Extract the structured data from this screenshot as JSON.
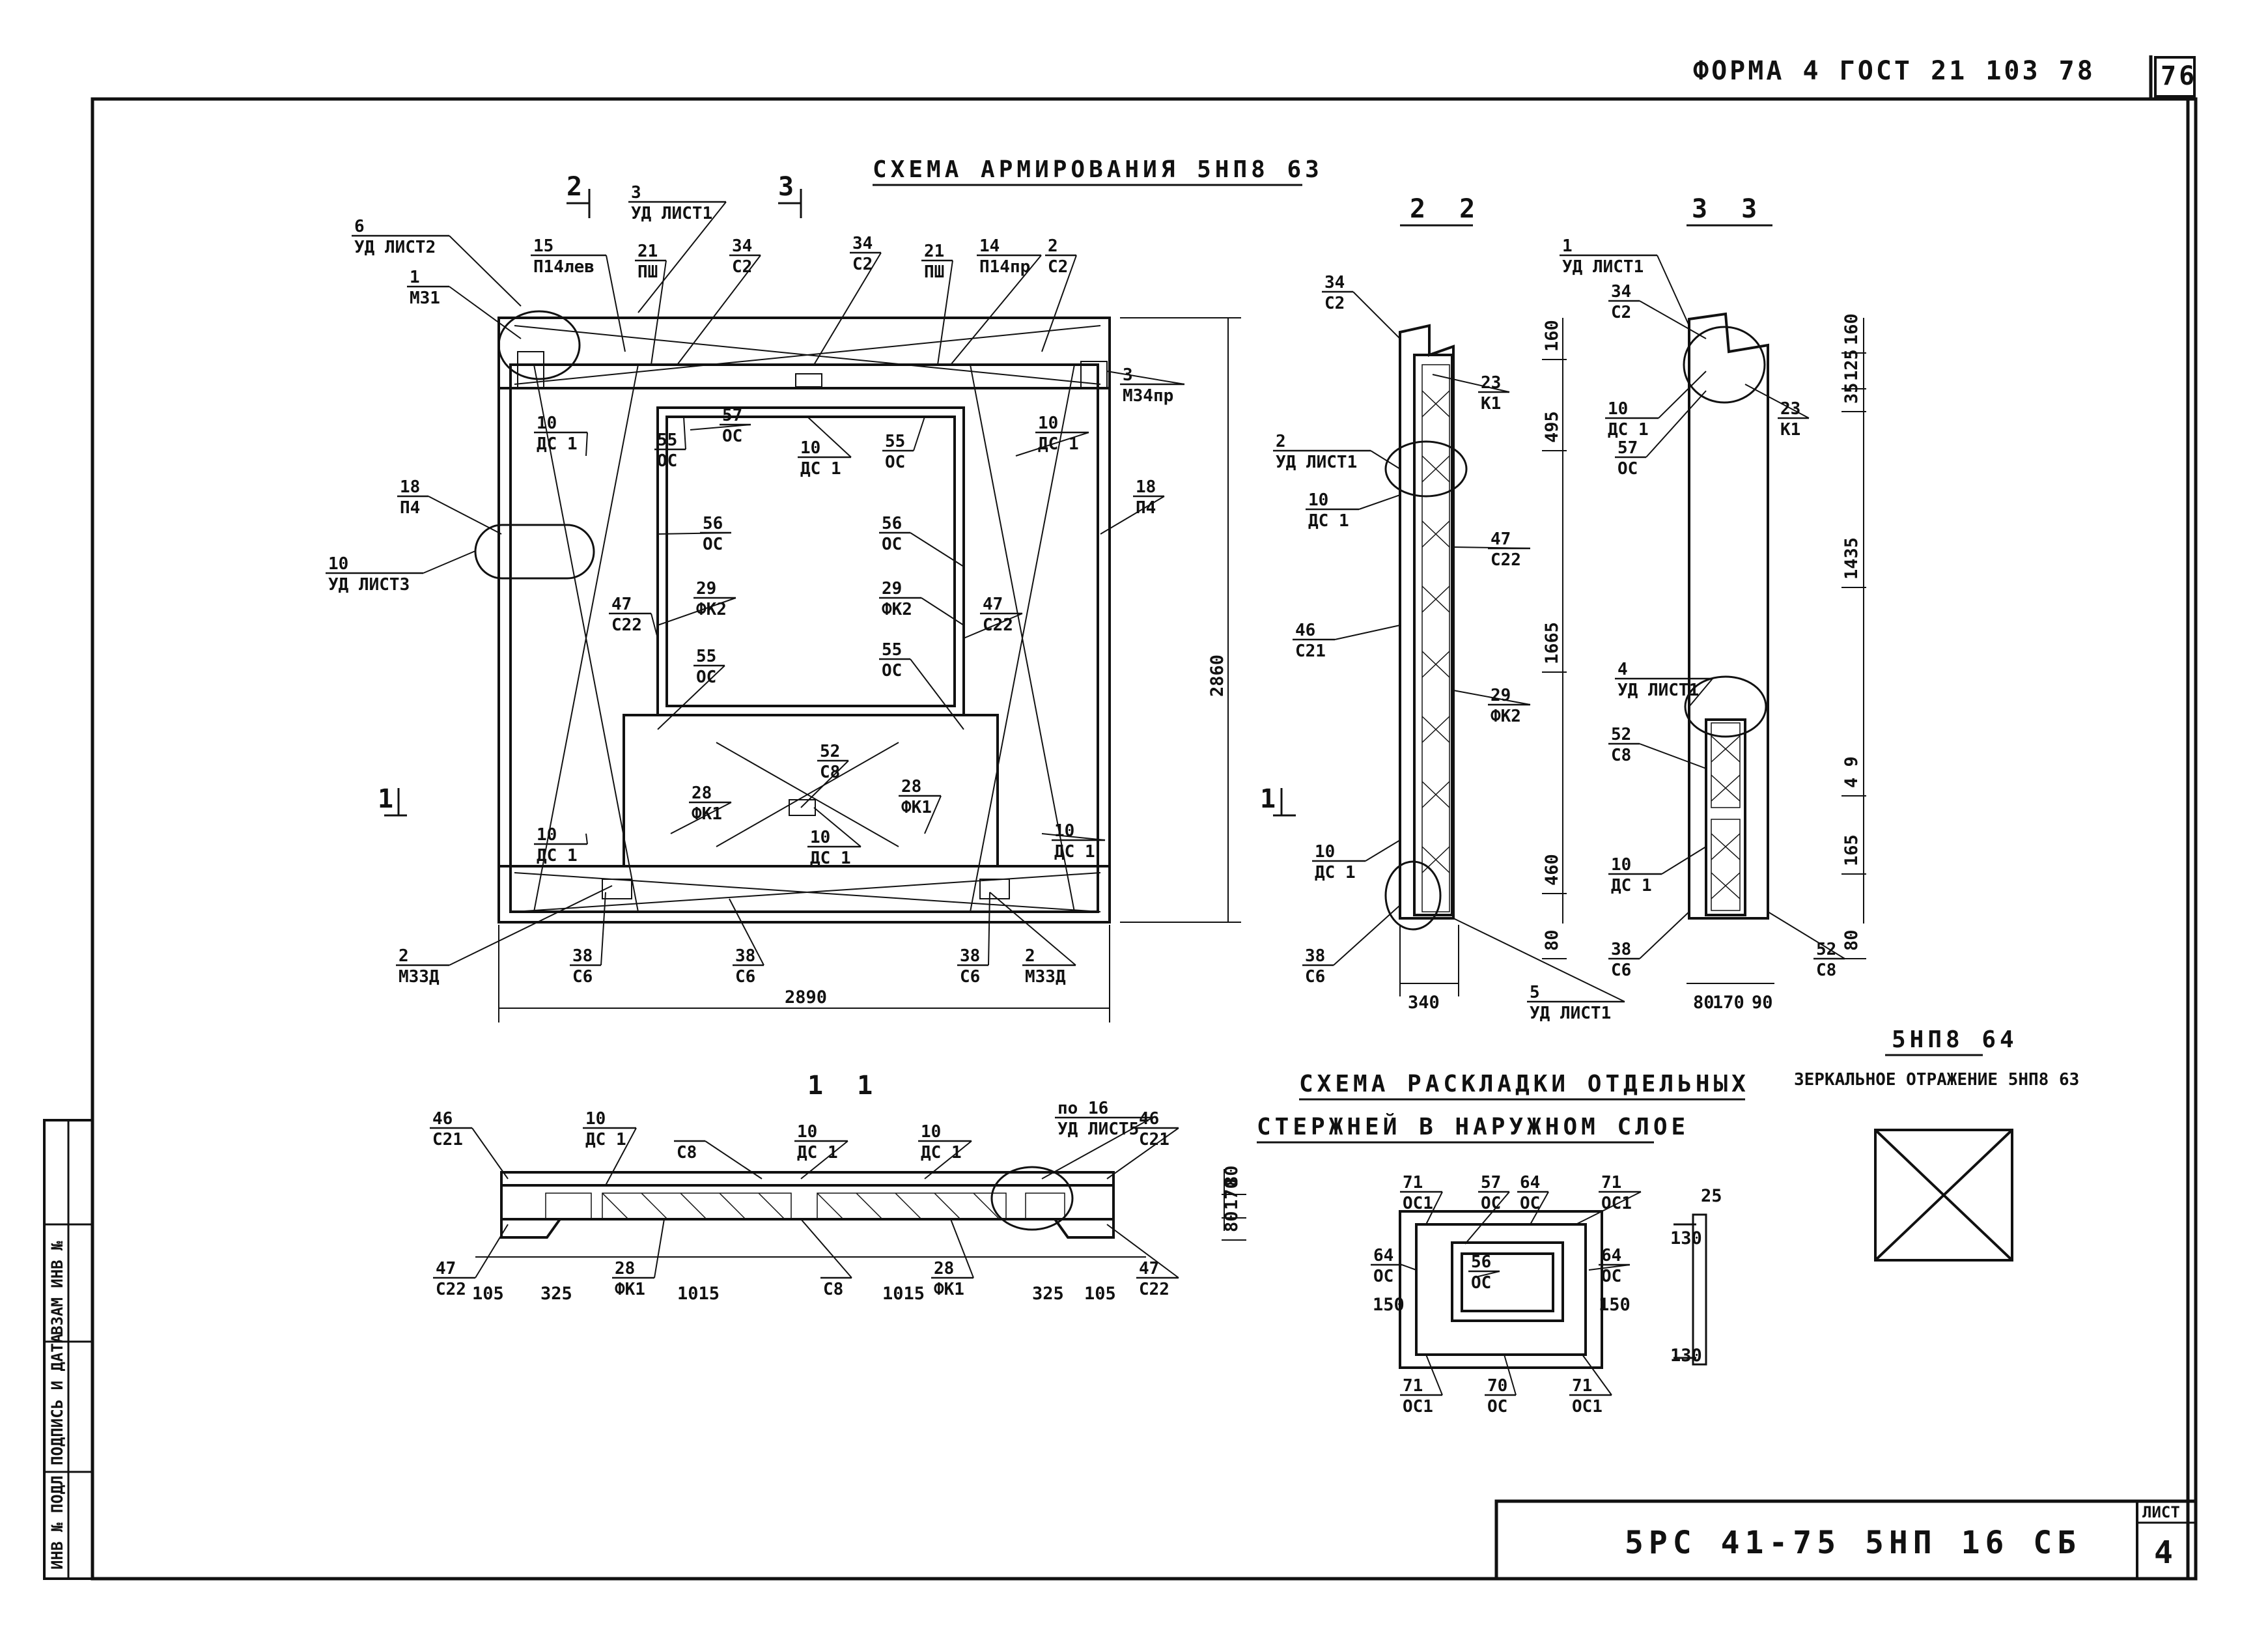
{
  "header": {
    "form_code": "ФОРМА 4 ГОСТ 21 103 78",
    "page_number": "76"
  },
  "title_block": {
    "designation": "5РС 41-75   5НП 16 СБ",
    "sheet_label": "ЛИСТ",
    "sheet_number": "4"
  },
  "side_stamp": {
    "cells": [
      "ИНВ № ПОДЛ",
      "ПОДПИСЬ И ДАТА",
      "ВЗАМ ИНВ №"
    ]
  },
  "views": {
    "main": {
      "title": "СХЕМА АРМИРОВАНИЯ 5НП8 63",
      "width": "2890",
      "height": "2860",
      "section_2_label": "2",
      "section_3_label": "3",
      "section_1_label": "1"
    },
    "section_2_2": {
      "title": "2 2",
      "width": "340",
      "dims_right": [
        "160",
        "495",
        "1665",
        "460",
        "80"
      ]
    },
    "section_3_3": {
      "title": "3 3",
      "dims_bottom": [
        "80",
        "170",
        "90"
      ],
      "dims_right": [
        "160",
        "125",
        "35",
        "1435",
        "4 9",
        "165",
        "80"
      ]
    },
    "section_1_1": {
      "title": "1 1",
      "dims_bottom": [
        "105",
        "325",
        "1015",
        "1015",
        "325",
        "105"
      ],
      "dims_right": [
        "80",
        "170",
        "80"
      ]
    },
    "layout_scheme": {
      "title_line1": "СХЕМА РАСКЛАДКИ ОТДЕЛЬНЫХ",
      "title_line2": "СТЕРЖНЕЙ В НАРУЖНОМ СЛОЕ",
      "dims": [
        "150",
        "150",
        "130",
        "130",
        "25"
      ]
    },
    "mirror_note": {
      "code": "5НП8 64",
      "text": "ЗЕРКАЛЬНОЕ ОТРАЖЕНИЕ 5НП8 63"
    }
  },
  "callouts": {
    "main": [
      {
        "num": "6",
        "ref": "УД ЛИСТ2"
      },
      {
        "num": "3",
        "ref": "УД ЛИСТ1"
      },
      {
        "num": "1",
        "ref": "М31"
      },
      {
        "num": "15",
        "ref": "П14лев"
      },
      {
        "num": "21",
        "ref": "ПШ"
      },
      {
        "num": "34",
        "ref": "С2"
      },
      {
        "num": "34",
        "ref": "С2"
      },
      {
        "num": "21",
        "ref": "ПШ"
      },
      {
        "num": "14",
        "ref": "П14пр"
      },
      {
        "num": "2",
        "ref": "С2"
      },
      {
        "num": "3",
        "ref": "М34пр"
      },
      {
        "num": "10",
        "ref": "ДС 1"
      },
      {
        "num": "55",
        "ref": "ОС"
      },
      {
        "num": "57",
        "ref": "ОС"
      },
      {
        "num": "10",
        "ref": "ДС 1"
      },
      {
        "num": "55",
        "ref": "ОС"
      },
      {
        "num": "10",
        "ref": "ДС 1"
      },
      {
        "num": "18",
        "ref": "П4"
      },
      {
        "num": "18",
        "ref": "П4"
      },
      {
        "num": "10",
        "ref": "УД ЛИСТ3"
      },
      {
        "num": "56",
        "ref": "ОС"
      },
      {
        "num": "56",
        "ref": "ОС"
      },
      {
        "num": "47",
        "ref": "С22"
      },
      {
        "num": "29",
        "ref": "ФК2"
      },
      {
        "num": "29",
        "ref": "ФК2"
      },
      {
        "num": "47",
        "ref": "С22"
      },
      {
        "num": "55",
        "ref": "ОС"
      },
      {
        "num": "55",
        "ref": "ОС"
      },
      {
        "num": "52",
        "ref": "С8"
      },
      {
        "num": "28",
        "ref": "ФК1"
      },
      {
        "num": "28",
        "ref": "ФК1"
      },
      {
        "num": "10",
        "ref": "ДС 1"
      },
      {
        "num": "10",
        "ref": "ДС 1"
      },
      {
        "num": "10",
        "ref": "ДС 1"
      },
      {
        "num": "2",
        "ref": "М33Д"
      },
      {
        "num": "38",
        "ref": "С6"
      },
      {
        "num": "38",
        "ref": "С6"
      },
      {
        "num": "38",
        "ref": "С6"
      },
      {
        "num": "2",
        "ref": "М33Д"
      }
    ],
    "section_2_2": [
      {
        "num": "34",
        "ref": "С2"
      },
      {
        "num": "23",
        "ref": "К1"
      },
      {
        "num": "2",
        "ref": "УД ЛИСТ1"
      },
      {
        "num": "10",
        "ref": "ДС 1"
      },
      {
        "num": "47",
        "ref": "С22"
      },
      {
        "num": "46",
        "ref": "С21"
      },
      {
        "num": "29",
        "ref": "ФК2"
      },
      {
        "num": "10",
        "ref": "ДС 1"
      },
      {
        "num": "38",
        "ref": "С6"
      },
      {
        "num": "5",
        "ref": "УД ЛИСТ1"
      }
    ],
    "section_3_3": [
      {
        "num": "1",
        "ref": "УД ЛИСТ1"
      },
      {
        "num": "34",
        "ref": "С2"
      },
      {
        "num": "10",
        "ref": "ДС 1"
      },
      {
        "num": "23",
        "ref": "К1"
      },
      {
        "num": "57",
        "ref": "ОС"
      },
      {
        "num": "4",
        "ref": "УД ЛИСТ1"
      },
      {
        "num": "52",
        "ref": "С8"
      },
      {
        "num": "10",
        "ref": "ДС 1"
      },
      {
        "num": "38",
        "ref": "С6"
      },
      {
        "num": "52",
        "ref": "С8"
      }
    ],
    "section_1_1": [
      {
        "num": "46",
        "ref": "С21"
      },
      {
        "num": "10",
        "ref": "ДС 1"
      },
      {
        "num": "",
        "ref": "С8"
      },
      {
        "num": "10",
        "ref": "ДС 1"
      },
      {
        "num": "10",
        "ref": "ДС 1"
      },
      {
        "num": "по 16",
        "ref": "УД ЛИСТ5"
      },
      {
        "num": "46",
        "ref": "С21"
      },
      {
        "num": "47",
        "ref": "С22"
      },
      {
        "num": "28",
        "ref": "ФК1"
      },
      {
        "num": "",
        "ref": "С8"
      },
      {
        "num": "28",
        "ref": "ФК1"
      },
      {
        "num": "47",
        "ref": "С22"
      }
    ],
    "layout_scheme": [
      {
        "num": "71",
        "ref": "ОС1"
      },
      {
        "num": "57",
        "ref": "ОС"
      },
      {
        "num": "64",
        "ref": "ОС"
      },
      {
        "num": "71",
        "ref": "ОС1"
      },
      {
        "num": "64",
        "ref": "ОС"
      },
      {
        "num": "56",
        "ref": "ОС"
      },
      {
        "num": "64",
        "ref": "ОС"
      },
      {
        "num": "71",
        "ref": "ОС1"
      },
      {
        "num": "70",
        "ref": "ОС"
      },
      {
        "num": "71",
        "ref": "ОС1"
      }
    ]
  }
}
